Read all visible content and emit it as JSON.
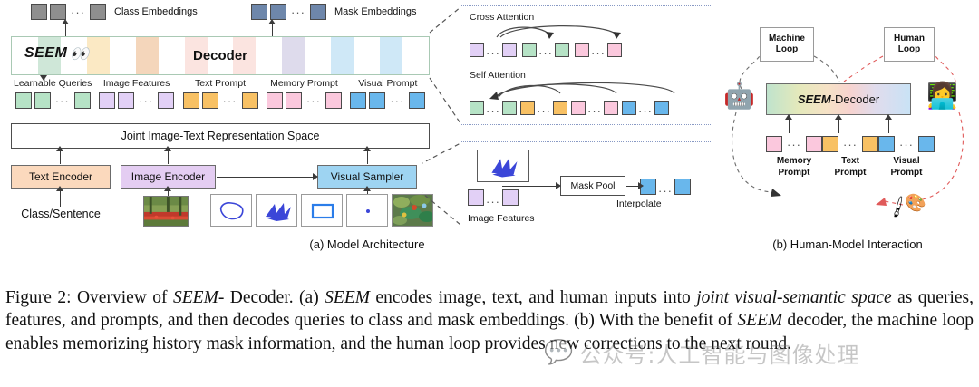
{
  "figure": {
    "legend": {
      "class_embeddings": {
        "label": "Class Embeddings",
        "color": "#8f8f8f",
        "count_shown": 3,
        "dots": "···"
      },
      "mask_embeddings": {
        "label": "Mask Embeddings",
        "color": "#6e87ab",
        "count_shown": 3,
        "dots": "···"
      }
    },
    "panel_a": {
      "caption": "(a) Model Architecture",
      "logo_text": "SEEM",
      "logo_icon": "eyes-icon",
      "logo_glyph": "👀",
      "decoder_title": "Decoder",
      "decoder_stripe_colors": [
        "#ffffff",
        "#cfe7d8",
        "#ffffff",
        "#fbe9c4",
        "#ffffff",
        "#f4d6bb",
        "#ffffff",
        "#fbe4e0",
        "#ffffff",
        "#fbe4e0",
        "#ffffff",
        "#dedbec",
        "#ffffff",
        "#cfe8f7",
        "#ffffff",
        "#cfe8f7",
        "#ffffff"
      ],
      "token_groups": [
        {
          "label": "Learnable Queries",
          "color": "#b6e3c6",
          "count_shown": 3,
          "dots": "···"
        },
        {
          "label": "Image Features",
          "color": "#e2d0f6",
          "count_shown": 3,
          "dots": "···"
        },
        {
          "label": "Text Prompt",
          "color": "#f8c164",
          "count_shown": 3,
          "dots": "···"
        },
        {
          "label": "Memory Prompt",
          "color": "#fbc8dd",
          "count_shown": 3,
          "dots": "···"
        },
        {
          "label": "Visual Prompt",
          "color": "#69b7ec",
          "count_shown": 3,
          "dots": "···"
        }
      ],
      "joint_space": "Joint Image-Text Representation Space",
      "text_encoder": {
        "label": "Text Encoder",
        "color": "#fbd9bd"
      },
      "image_encoder": {
        "label": "Image Encoder",
        "color": "#e4cdf2"
      },
      "visual_sampler": {
        "label": "Visual Sampler",
        "color": "#9ed4f2"
      },
      "class_sentence": "Class/Sentence",
      "input_thumbnail": "forest-garden-photo",
      "visual_prompts": [
        "scribble-outline-icon",
        "stroke-mask-icon",
        "bounding-box-icon",
        "point-click-icon",
        "reference-image-thumb"
      ]
    },
    "panel_mid": {
      "attention": {
        "cross_attention_label": "Cross Attention",
        "self_attention_label": "Self Attention",
        "cross_row": [
          {
            "color": "#e2d0f6",
            "count_shown": 2
          },
          {
            "color": "#b6e3c6",
            "count_shown": 2
          },
          {
            "color": "#fbc8dd",
            "count_shown": 2
          }
        ],
        "self_row": [
          {
            "color": "#b6e3c6",
            "count_shown": 2
          },
          {
            "color": "#f8c164",
            "count_shown": 2
          },
          {
            "color": "#fbc8dd",
            "count_shown": 2
          },
          {
            "color": "#69b7ec",
            "count_shown": 2
          }
        ],
        "dots": "···"
      },
      "sampler": {
        "mask_pool_label": "Mask Pool",
        "interpolate_label": "Interpolate",
        "image_features_label": "Image Features",
        "stroke_icon": "stroke-mask-icon",
        "feature_color": "#e2d0f6",
        "output_color": "#69b7ec",
        "dots": "···"
      }
    },
    "panel_b": {
      "caption": "(b) Human-Model Interaction",
      "machine_loop": {
        "line1": "Machine",
        "line2": "Loop"
      },
      "human_loop": {
        "line1": "Human",
        "line2": "Loop"
      },
      "decoder_prefix": "SEEM",
      "decoder_suffix": "-Decoder",
      "robot_icon": "robot-icon",
      "robot_glyph": "🤖",
      "human_icon": "person-with-laptop-icon",
      "human_glyph": "👩‍💻",
      "palette_icon": "artist-palette-icon",
      "palette_glyph": "🎨",
      "brush_icon": "paintbrush-icon",
      "brush_glyph": "🖌",
      "machine_loop_color": "#6b6b6b",
      "human_loop_color": "#e05a5a",
      "prompts": [
        {
          "line1": "Memory",
          "line2": "Prompt",
          "color": "#fbc8dd",
          "count_shown": 2,
          "dots": "···"
        },
        {
          "line1": "Text",
          "line2": "Prompt",
          "color": "#f8c164",
          "count_shown": 2,
          "dots": "···"
        },
        {
          "line1": "Visual",
          "line2": "Prompt",
          "color": "#69b7ec",
          "count_shown": 2,
          "dots": "···"
        }
      ]
    }
  },
  "caption": {
    "prefix": "Figure 2: Overview of ",
    "seem1": "SEEM",
    "t1": "- Decoder. (a) ",
    "seem2": "SEEM",
    "t2": " encodes image, text, and human inputs into ",
    "joint": "joint visual-semantic space",
    "t3": " as queries, features, and prompts, and then decodes queries to class and mask embeddings. (b) With the benefit of ",
    "seem3": "SEEM",
    "t4": " decoder, the machine loop enables memorizing history mask information, and the human loop provides new corrections to the next round."
  },
  "watermark": {
    "text": "公众号:人工智能与图像处理",
    "icon": "speech-bubble-icon",
    "glyph": "💬"
  }
}
